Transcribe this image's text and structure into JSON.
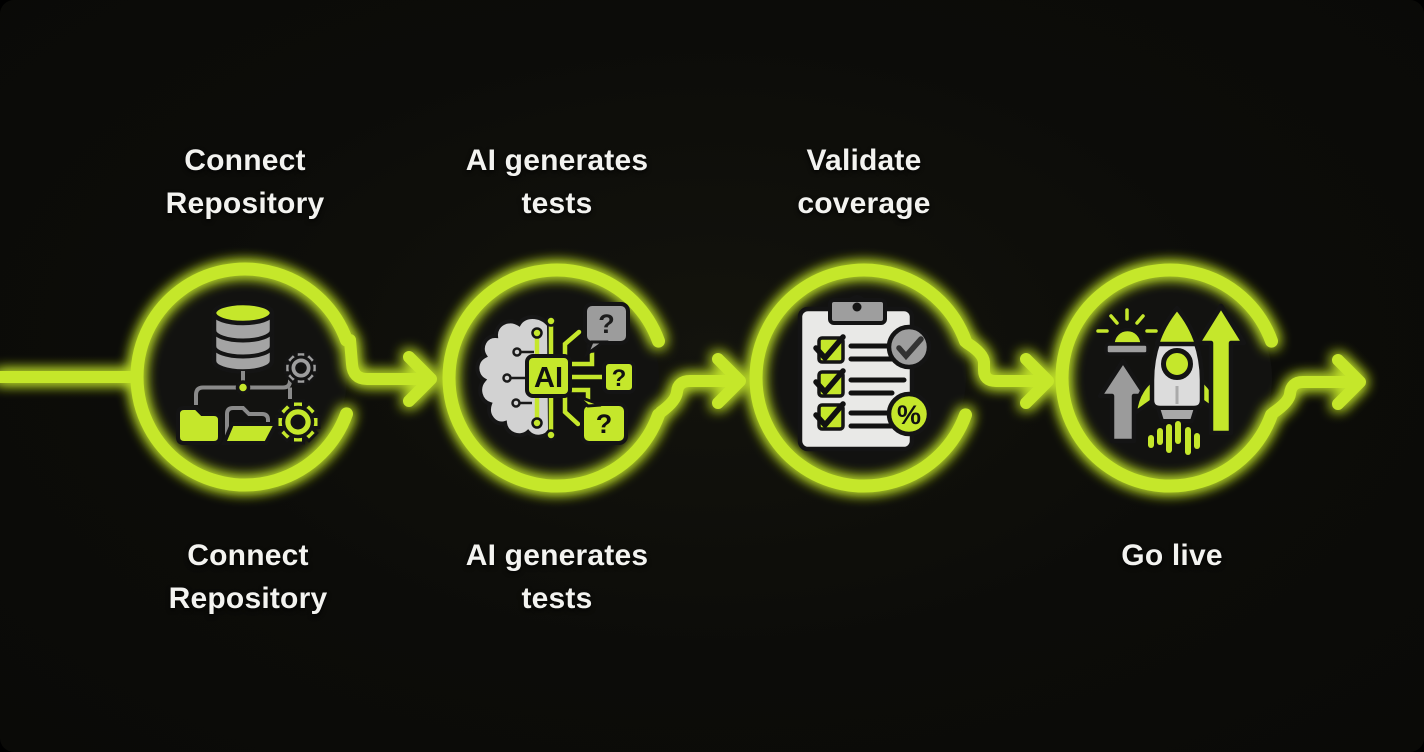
{
  "colors": {
    "background": "#0c0c09",
    "accent_lime": "#c5e72b",
    "glow_olive": "#93b215",
    "label_text": "#f3f3f0",
    "icon_gray": "#9e9e9e",
    "icon_light_gray": "#d8d8d8",
    "clipboard_fill": "#e9e9e7",
    "icon_outline": "#141414"
  },
  "flow": {
    "steps": [
      {
        "key": "connect-repository",
        "top_label": "Connect\nRepository",
        "bottom_label": "Connect\nRepository",
        "icon": "repository-database-folders-gears-icon"
      },
      {
        "key": "ai-generates-tests",
        "top_label": "AI generates\ntests",
        "bottom_label": "AI generates\ntests",
        "icon": "ai-brain-chip-icon",
        "chip_text": "AI",
        "bubble_top_text": "?",
        "bubble_mid_text": "?",
        "bubble_bottom_text": "?"
      },
      {
        "key": "validate-coverage",
        "top_label": "Validate\ncoverage",
        "bottom_label": "",
        "icon": "coverage-checklist-icon",
        "badge_percent_text": "%"
      },
      {
        "key": "go-live",
        "top_label": "",
        "bottom_label": "Go live",
        "icon": "rocket-launch-icon"
      }
    ]
  }
}
